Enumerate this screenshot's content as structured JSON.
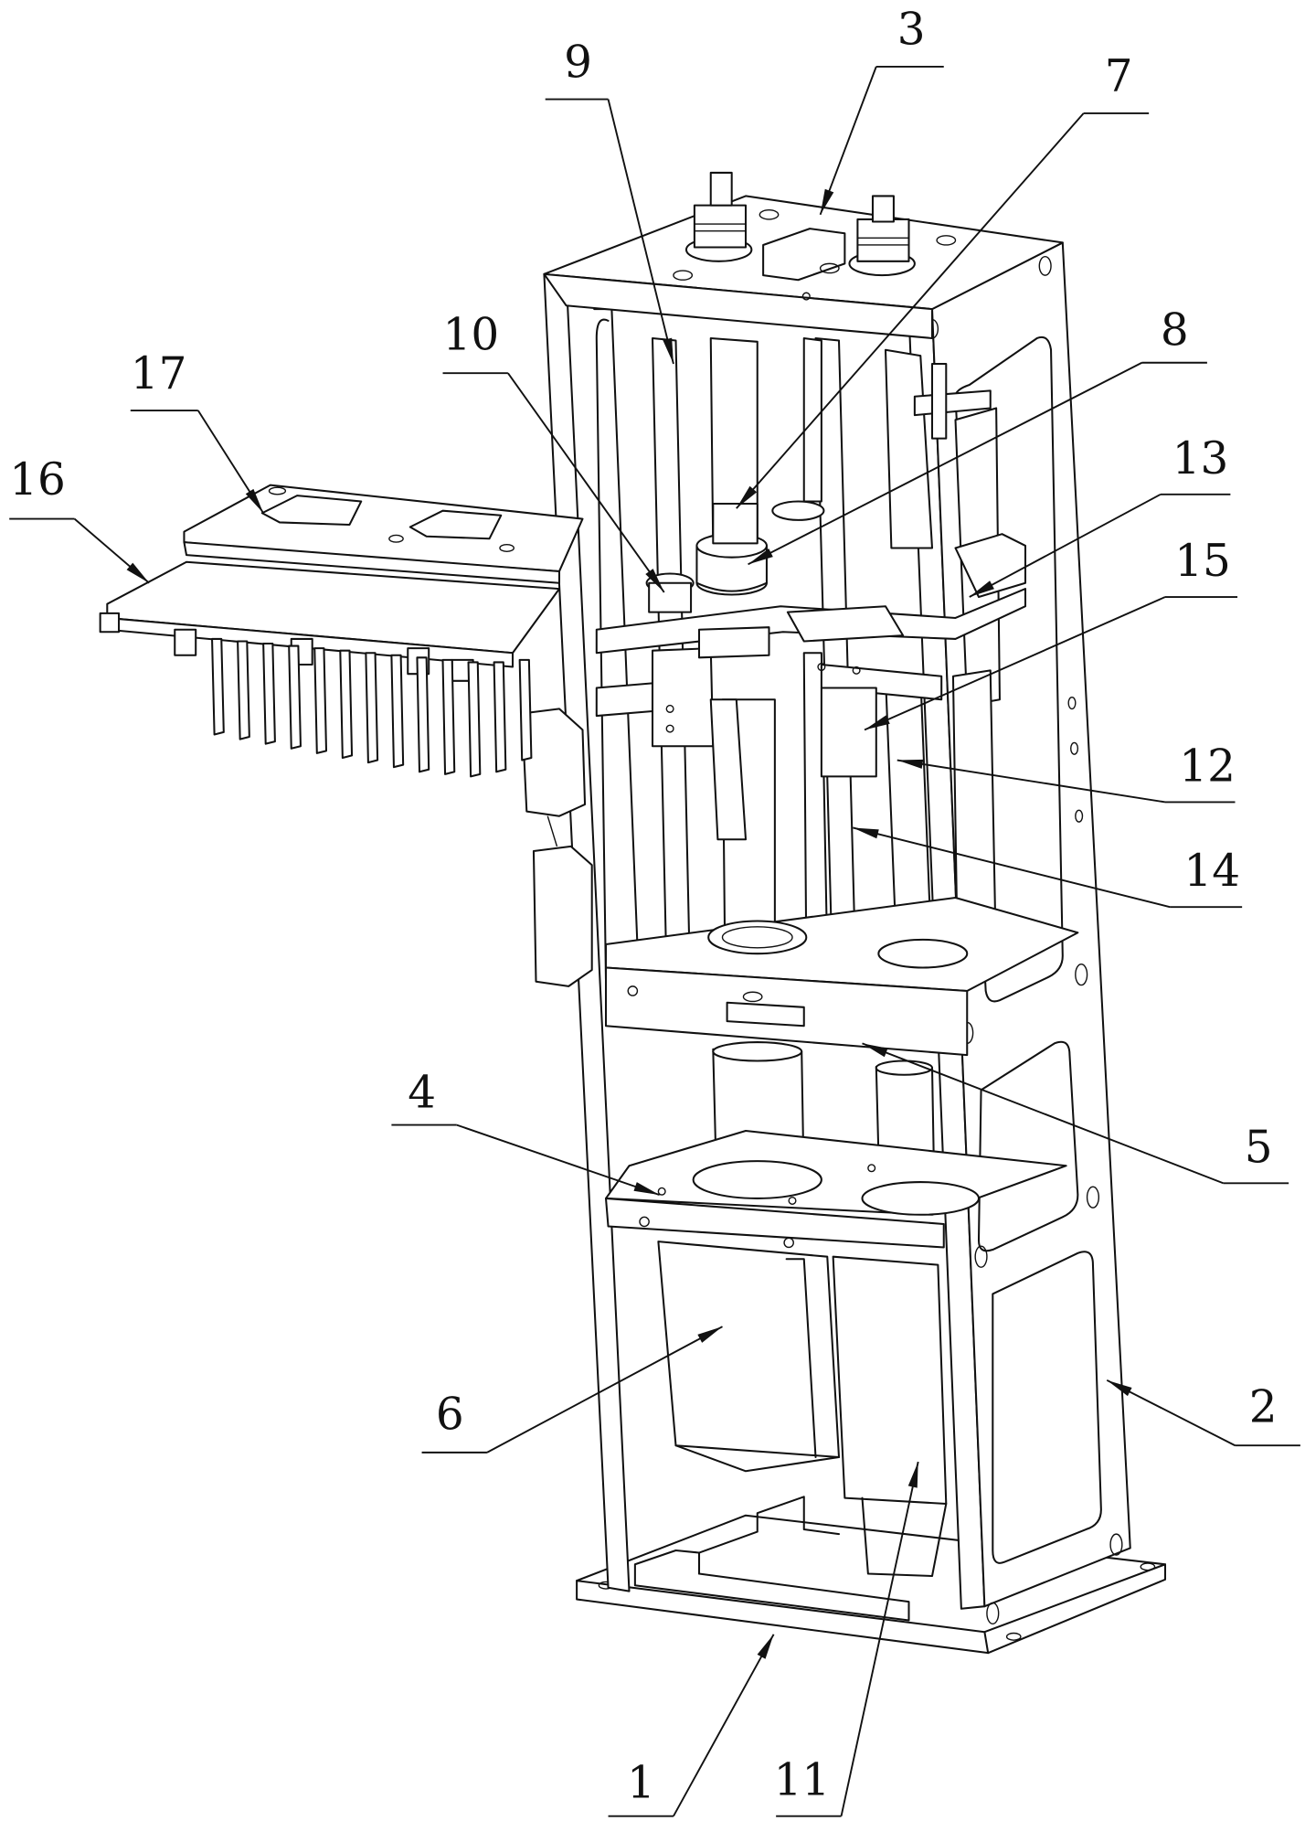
{
  "figure": {
    "description_visible": "",
    "colors": {
      "line": "#111111",
      "background": "#ffffff"
    },
    "callouts": [
      {
        "id": "1",
        "label": "1"
      },
      {
        "id": "2",
        "label": "2"
      },
      {
        "id": "3",
        "label": "3"
      },
      {
        "id": "4",
        "label": "4"
      },
      {
        "id": "5",
        "label": "5"
      },
      {
        "id": "6",
        "label": "6"
      },
      {
        "id": "7",
        "label": "7"
      },
      {
        "id": "8",
        "label": "8"
      },
      {
        "id": "9",
        "label": "9"
      },
      {
        "id": "10",
        "label": "10"
      },
      {
        "id": "11",
        "label": "11"
      },
      {
        "id": "12",
        "label": "12"
      },
      {
        "id": "13",
        "label": "13"
      },
      {
        "id": "14",
        "label": "14"
      },
      {
        "id": "15",
        "label": "15"
      },
      {
        "id": "16",
        "label": "16"
      },
      {
        "id": "17",
        "label": "17"
      }
    ]
  }
}
